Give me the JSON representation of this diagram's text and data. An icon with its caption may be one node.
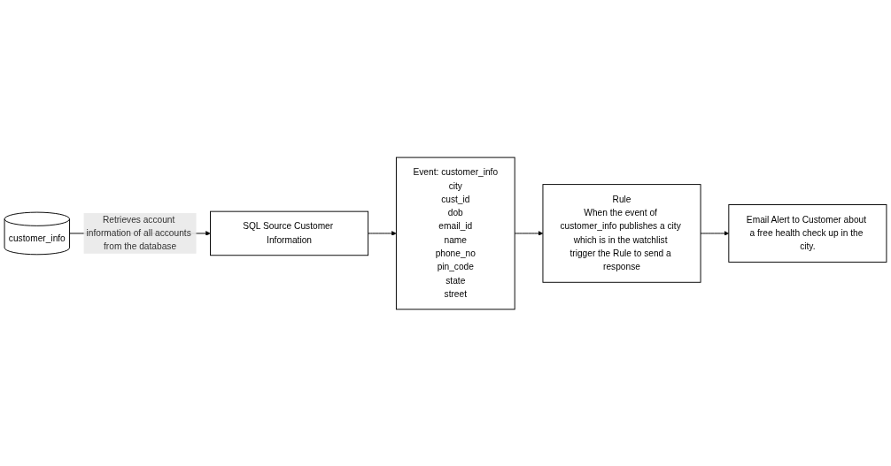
{
  "diagram": {
    "nodes": [
      {
        "text": [
          "SQL Source Customer Information"
        ]
      },
      {
        "text": [
          "Event: customer_info",
          "city",
          "cust_id",
          "dob",
          "email_id",
          "name",
          "phone_no",
          "pin_code",
          "state",
          "street"
        ]
      },
      {
        "text": [
          "Rule",
          "When the event of customer_info publishes a city which is in the watchlist trigger the Rule to send a response"
        ]
      },
      {
        "text": [
          "Email Alert to Customer about a free health check up in the city."
        ]
      },
      {
        "text": [
          "customer_info"
        ]
      }
    ],
    "edges": [
      {
        "from": 4,
        "to": 0,
        "arrow": "to",
        "label": "Retrieves account information of all accounts from the database"
      },
      {
        "from": 0,
        "to": 1,
        "arrow": "to"
      },
      {
        "from": 1,
        "to": 2,
        "arrow": "to"
      },
      {
        "from": 2,
        "to": 3,
        "arrow": "to"
      }
    ]
  }
}
